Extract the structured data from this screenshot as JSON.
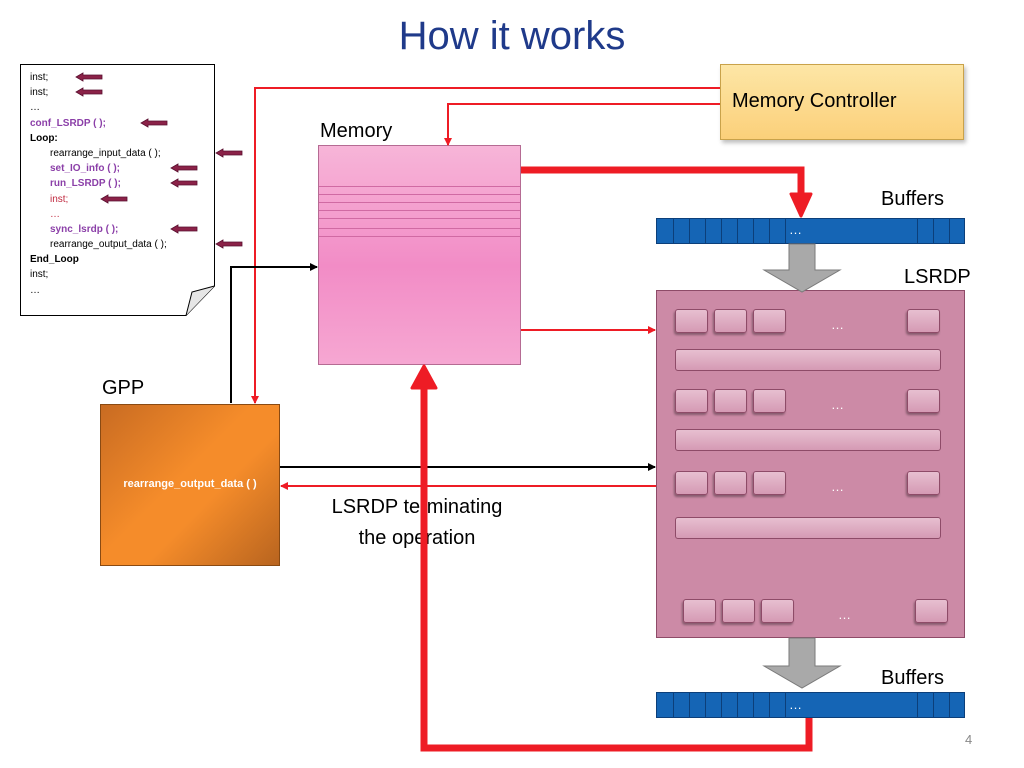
{
  "title": "How it works",
  "code": {
    "lines": [
      {
        "text": "inst;",
        "style": "normal",
        "indent": 0,
        "arrow": true
      },
      {
        "text": "inst;",
        "style": "normal",
        "indent": 0,
        "arrow": true
      },
      {
        "text": "…",
        "style": "normal",
        "indent": 0,
        "arrow": false
      },
      {
        "text": "conf_LSRDP ( );",
        "style": "purple",
        "indent": 0,
        "arrow": true
      },
      {
        "text": "Loop:",
        "style": "bold",
        "indent": 0,
        "arrow": false
      },
      {
        "text": "rearrange_input_data ( );",
        "style": "normal",
        "indent": 1,
        "arrow": true
      },
      {
        "text": "set_IO_info ( );",
        "style": "purple",
        "indent": 1,
        "arrow": true
      },
      {
        "text": "run_LSRDP ( );",
        "style": "purple",
        "indent": 1,
        "arrow": true
      },
      {
        "text": "inst;",
        "style": "red",
        "indent": 1,
        "arrow": true
      },
      {
        "text": "…",
        "style": "red",
        "indent": 1,
        "arrow": false
      },
      {
        "text": "sync_lsrdp ( );",
        "style": "purple",
        "indent": 1,
        "arrow": true
      },
      {
        "text": "rearrange_output_data ( );",
        "style": "normal",
        "indent": 1,
        "arrow": true
      },
      {
        "text": "End_Loop",
        "style": "bold",
        "indent": 0,
        "arrow": false
      },
      {
        "text": "inst;",
        "style": "normal",
        "indent": 0,
        "arrow": false
      },
      {
        "text": "…",
        "style": "normal",
        "indent": 0,
        "arrow": false
      }
    ]
  },
  "memory": {
    "label": "Memory"
  },
  "memory_controller": {
    "label": "Memory Controller"
  },
  "buffers_top": {
    "label": "Buffers",
    "dots": "…"
  },
  "buffers_bottom": {
    "label": "Buffers",
    "dots": "…"
  },
  "lsrdp": {
    "label": "LSRDP",
    "dots": [
      "…",
      "…",
      "…",
      "…"
    ]
  },
  "gpp": {
    "label": "GPP",
    "function": "rearrange_output_data ( )"
  },
  "terminating": {
    "line1": "LSRDP terminating",
    "line2": "the  operation"
  },
  "page_number": "4",
  "colors": {
    "accent_red": "#ee1c25",
    "title_blue": "#1f3a8a",
    "buffer_blue": "#1565b5",
    "lsrdp_pink": "#cc8aa6",
    "memory_pink": "#f28cc6",
    "gpp_orange": "#f58c2a",
    "mc_yellow": "#fbd07a"
  }
}
